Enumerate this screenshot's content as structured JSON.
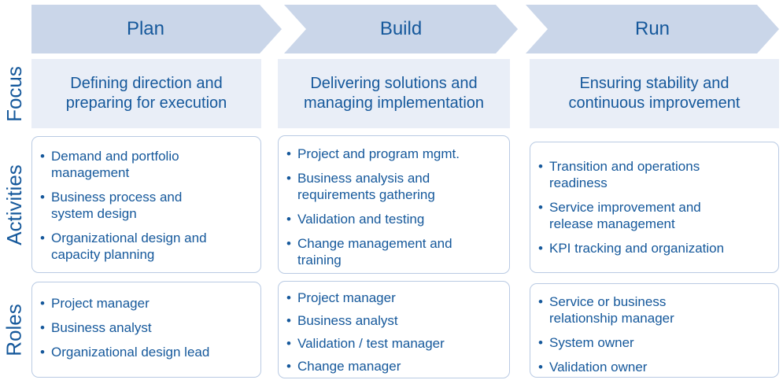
{
  "colors": {
    "arrow_fill": "#CAD6E9",
    "focus_fill": "#E9EEF7",
    "card_border": "#B9CAE3",
    "text_blue": "#15589B"
  },
  "row_labels": {
    "focus": "Focus",
    "activities": "Activities",
    "roles": "Roles"
  },
  "columns": [
    {
      "phase": "Plan",
      "focus": "Defining direction and preparing for execution",
      "activities": [
        "Demand and portfolio management",
        "Business process and system design",
        "Organizational design and capacity planning"
      ],
      "roles": [
        "Project manager",
        "Business analyst",
        "Organizational design lead"
      ]
    },
    {
      "phase": "Build",
      "focus": "Delivering solutions and managing implementation",
      "activities": [
        "Project and program mgmt.",
        "Business analysis and requirements gathering",
        "Validation and testing",
        "Change management and training"
      ],
      "roles": [
        "Project manager",
        "Business analyst",
        "Validation / test manager",
        "Change manager"
      ]
    },
    {
      "phase": "Run",
      "focus": "Ensuring stability and continuous improvement",
      "activities": [
        "Transition and operations readiness",
        "Service improvement and release management",
        "KPI tracking and organization"
      ],
      "roles": [
        "Service or business relationship manager",
        "System owner",
        "Validation owner"
      ]
    }
  ]
}
